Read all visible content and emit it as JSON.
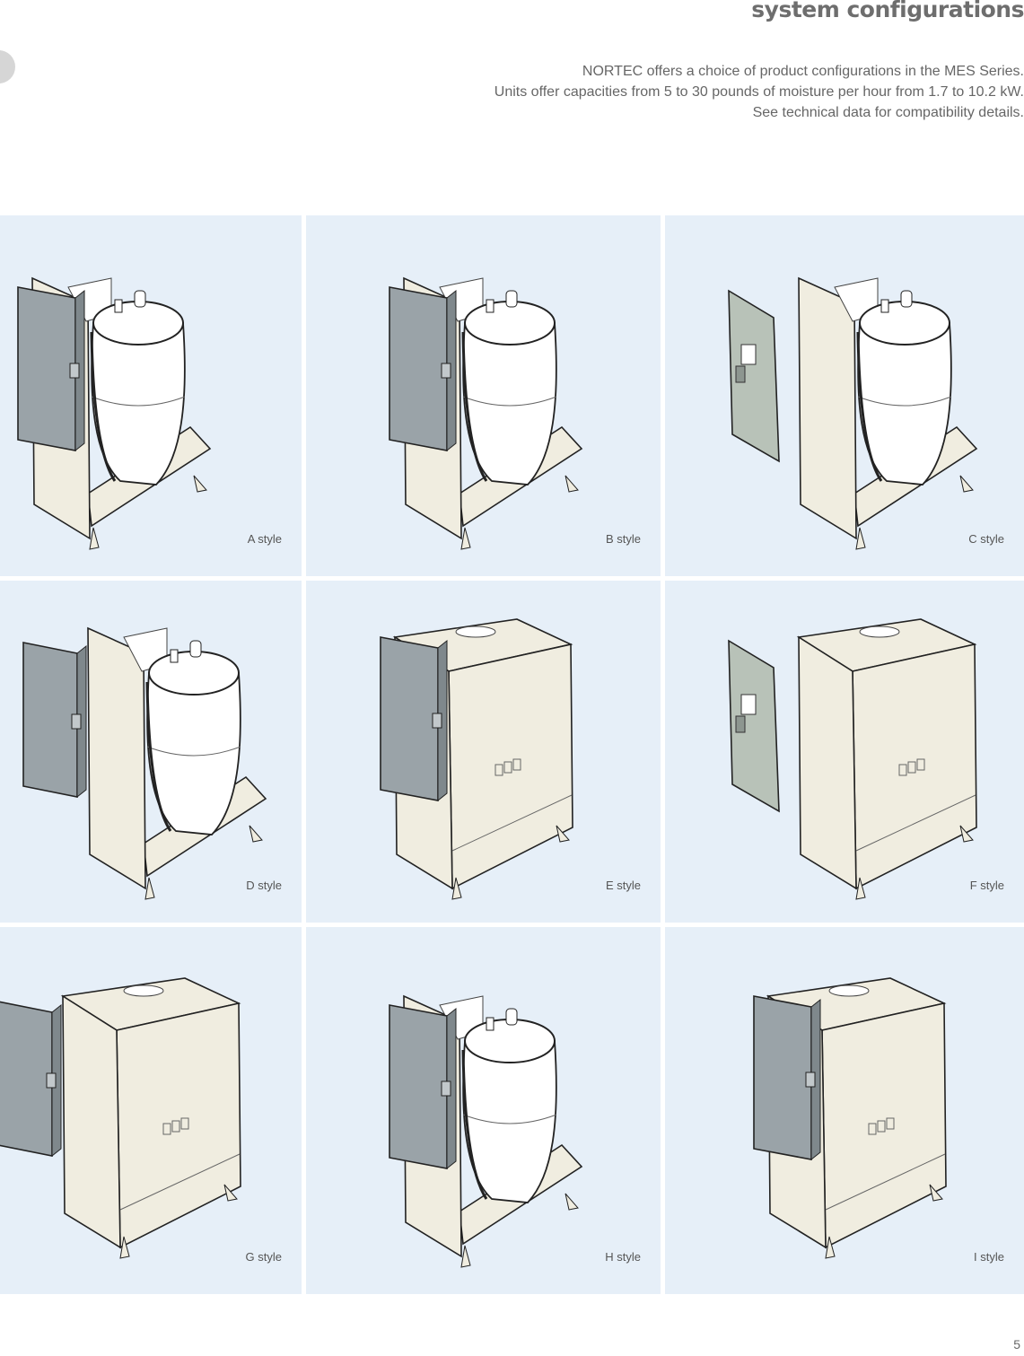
{
  "header": {
    "title": "system configurations",
    "intro": [
      "NORTEC offers a choice of product configurations in the MES Series.",
      "Units offer capacities from 5 to 30 pounds of moisture per hour from 1.7 to 10.2 kW.",
      "See technical data for compatibility details."
    ]
  },
  "styles": [
    {
      "label": "A style",
      "cover": false,
      "cabinet": "mounted",
      "detached_panel": false
    },
    {
      "label": "B style",
      "cover": false,
      "cabinet": "mounted",
      "detached_panel": false
    },
    {
      "label": "C style",
      "cover": false,
      "cabinet": "none",
      "detached_panel": true
    },
    {
      "label": "D style",
      "cover": false,
      "cabinet": "detached",
      "detached_panel": false
    },
    {
      "label": "E style",
      "cover": true,
      "cabinet": "mounted",
      "detached_panel": false
    },
    {
      "label": "F style",
      "cover": true,
      "cabinet": "none",
      "detached_panel": true
    },
    {
      "label": "G style",
      "cover": true,
      "cabinet": "detached",
      "detached_panel": false
    },
    {
      "label": "H style",
      "cover": false,
      "cabinet": "mounted",
      "detached_panel": false
    },
    {
      "label": "I style",
      "cover": true,
      "cabinet": "mounted",
      "detached_panel": false
    }
  ],
  "page_number": "5",
  "colors": {
    "panel_bg": "#e6eff8",
    "unit_body": "#f0ede0",
    "cabinet": "#9aa3a8",
    "cylinder": "#ffffff"
  }
}
